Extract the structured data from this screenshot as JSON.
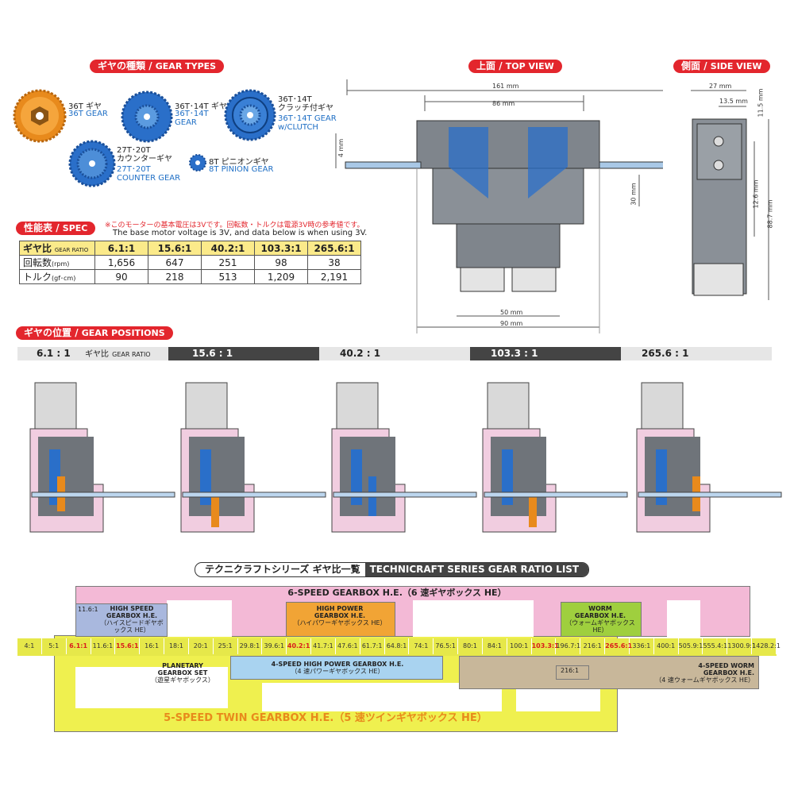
{
  "sections": {
    "gear_types": "ギヤの種類",
    "gear_types_en": "GEAR TYPES",
    "top_view": "上面",
    "top_view_en": "TOP VIEW",
    "side_view": "側面",
    "side_view_en": "SIDE VIEW",
    "spec": "性能表",
    "spec_en": "SPEC",
    "gear_positions": "ギヤの位置",
    "gear_positions_en": "GEAR POSITIONS"
  },
  "gears": [
    {
      "jp": "36T ギヤ",
      "en": "36T GEAR"
    },
    {
      "jp": "36T･14T ギヤ",
      "en1": "36T･14T",
      "en2": "GEAR"
    },
    {
      "jp1": "36T･14T",
      "jp2": "クラッチ付ギヤ",
      "en1": "36T･14T GEAR",
      "en2": "w/CLUTCH"
    },
    {
      "jp1": "27T･20T",
      "jp2": "カウンターギヤ",
      "en1": "27T･20T",
      "en2": "COUNTER GEAR"
    },
    {
      "jp": "8T ピニオンギヤ",
      "en": "8T PINION GEAR"
    }
  ],
  "colors": {
    "orange": "#e88a1c",
    "blue": "#2a6fc9",
    "red": "#e3262d",
    "pink": "#f3b9d6",
    "yellow": "#e6e84a",
    "lightblue": "#a9d3f0",
    "tan": "#c8b79a"
  },
  "dims_top": {
    "w161": "161",
    "w86": "86",
    "w4": "4",
    "h30": "30",
    "w50": "50",
    "w90": "90",
    "unit": "mm"
  },
  "dims_side": {
    "w27": "27",
    "w13_5": "13.5",
    "h11_5": "11.5",
    "h12_6": "12.6",
    "h88_7": "88.7",
    "unit": "mm"
  },
  "spec": {
    "note_jp": "※このモーターの基本電圧は3Vです。回転数・トルクは電源3V時の参考値です。",
    "note_en": "The base motor voltage is 3V, and data below is when using 3V.",
    "header_label": "ギヤ比",
    "header_label_en": "GEAR RATIO",
    "ratios": [
      "6.1:1",
      "15.6:1",
      "40.2:1",
      "103.3:1",
      "265.6:1"
    ],
    "rpm_label": "回転数",
    "rpm_unit": "(rpm)",
    "rpm": [
      "1,656",
      "647",
      "251",
      "98",
      "38"
    ],
    "torque_label": "トルク",
    "torque_unit": "(gf･cm)",
    "torque": [
      "90",
      "218",
      "513",
      "1,209",
      "2,191"
    ]
  },
  "positions": {
    "first": "6.1 : 1",
    "label_jp": "ギヤ比",
    "label_en": "GEAR RATIO",
    "others": [
      "15.6 : 1",
      "40.2 : 1",
      "103.3 : 1",
      "265.6 : 1"
    ]
  },
  "ratio_list": {
    "title_jp": "テクニクラフトシリーズ ギヤ比一覧",
    "title_en": "TECHNICRAFT SERIES GEAR RATIO LIST",
    "six_speed": "6-SPEED GEARBOX H.E.（6 速ギヤボックス HE）",
    "high_speed": [
      "HIGH SPEED",
      "GEARBOX H.E.",
      "（ハイスピードギヤボックス HE）"
    ],
    "high_power": [
      "HIGH POWER",
      "GEARBOX H.E.",
      "（ハイパワーギヤボックス HE）"
    ],
    "worm": [
      "WORM",
      "GEARBOX H.E.",
      "（ウォームギヤボックス HE）"
    ],
    "planetary": [
      "PLANETARY",
      "GEARBOX SET",
      "（遊星ギヤボックス）"
    ],
    "four_hp": [
      "4-SPEED HIGH POWER GEARBOX H.E.",
      "（4 速パワーギヤボックス HE）"
    ],
    "four_worm": [
      "4-SPEED WORM",
      "GEARBOX H.E.",
      "（4 速ウォームギヤボックス HE）"
    ],
    "five_twin": "5-SPEED TWIN GEARBOX H.E.（5 速ツインギヤボックス HE）",
    "top_116": "11.6:1",
    "low_216": "216:1",
    "cells": [
      "4:1",
      "5:1",
      "6.1:1",
      "11.6:1",
      "15.6:1",
      "16:1",
      "18:1",
      "20:1",
      "25:1",
      "29.8:1",
      "39.6:1",
      "40.2:1",
      "41.7:1",
      "47.6:1",
      "61.7:1",
      "64.8:1",
      "74:1",
      "76.5:1",
      "80:1",
      "84:1",
      "100:1",
      "103.3:1",
      "196.7:1",
      "216:1",
      "265.6:1",
      "336:1",
      "400:1",
      "505.9:1",
      "555.4:1",
      "1300.9:1",
      "1428.2:1"
    ]
  }
}
